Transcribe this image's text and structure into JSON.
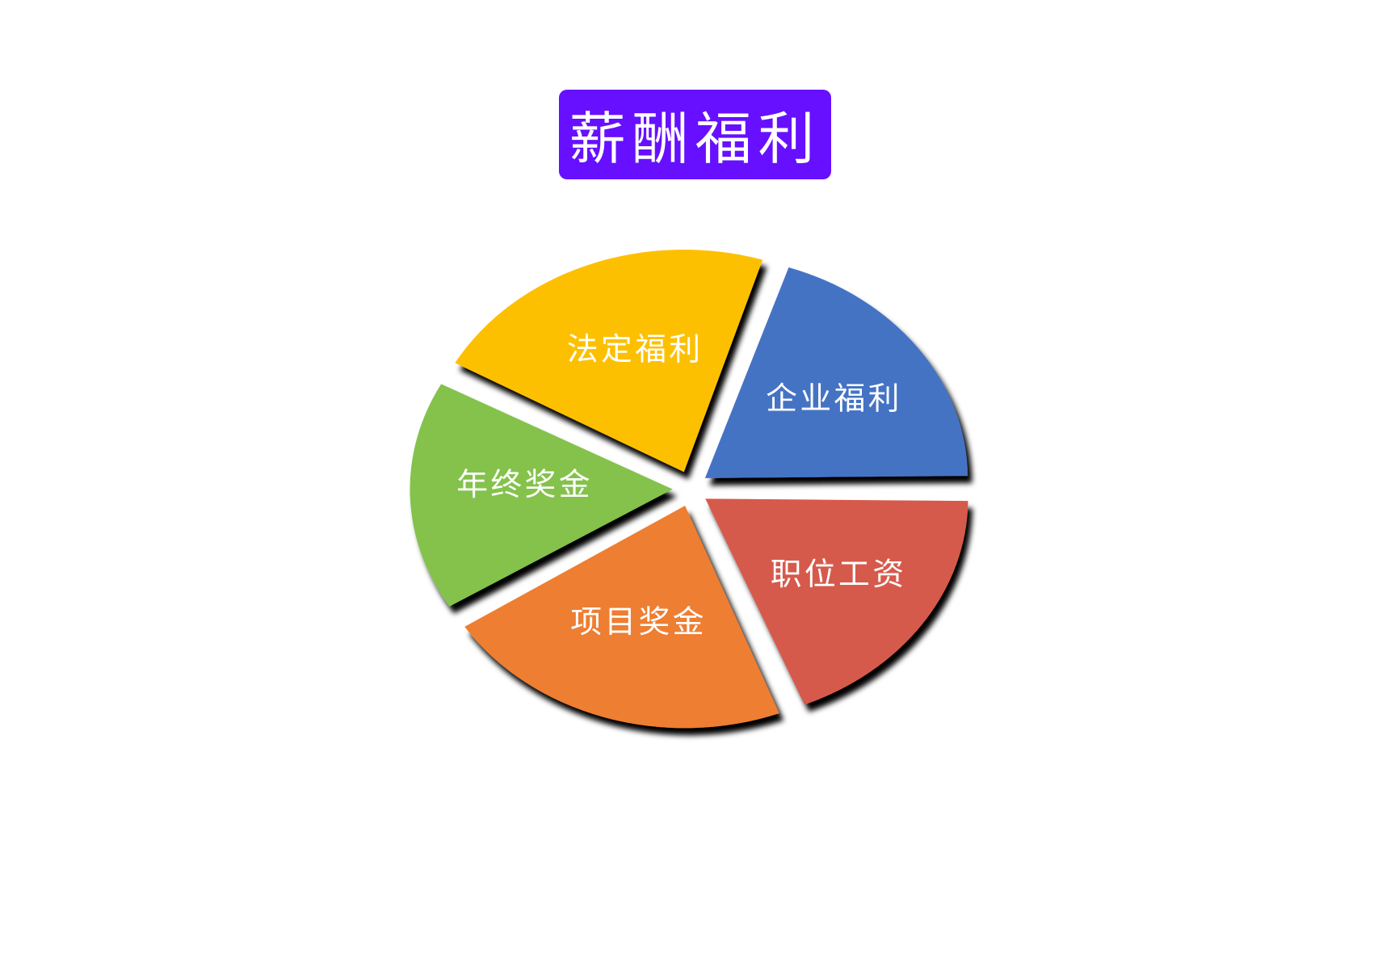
{
  "title": "薪酬福利",
  "colors": {
    "title_bg": "#6610ff"
  },
  "chart_data": {
    "type": "pie",
    "title": "薪酬福利",
    "exploded": true,
    "slices": [
      {
        "label": "职位工资",
        "value": 19,
        "color": "#d65a4c"
      },
      {
        "label": "项目奖金",
        "value": 22,
        "color": "#ee7e32"
      },
      {
        "label": "年终奖金",
        "value": 17,
        "color": "#84c24c"
      },
      {
        "label": "法定福利",
        "value": 22,
        "color": "#fdc000"
      },
      {
        "label": "企业福利",
        "value": 20,
        "color": "#4573c4"
      }
    ]
  }
}
